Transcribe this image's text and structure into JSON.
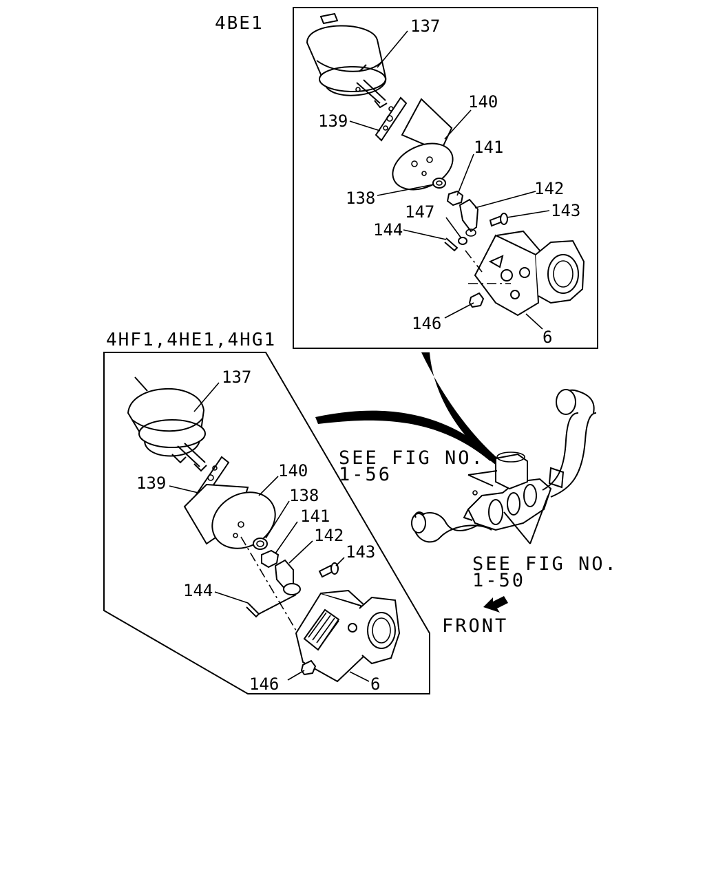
{
  "panels": {
    "top": {
      "model": "4BE1",
      "labels": {
        "p137": "137",
        "p139": "139",
        "p140": "140",
        "p141": "141",
        "p138": "138",
        "p142": "142",
        "p143": "143",
        "p147": "147",
        "p144": "144",
        "p146": "146",
        "p6": "6"
      }
    },
    "bottom": {
      "model": "4HF1,4HE1,4HG1",
      "labels": {
        "p137": "137",
        "p139": "139",
        "p140": "140",
        "p138": "138",
        "p141": "141",
        "p142": "142",
        "p143": "143",
        "p144": "144",
        "p146": "146",
        "p6": "6"
      }
    }
  },
  "references": {
    "fig_1_56": {
      "line1": "SEE FIG NO.",
      "line2": "1-56"
    },
    "fig_1_50": {
      "line1": "SEE FIG NO.",
      "line2": "1-50"
    }
  },
  "direction": {
    "label": "FRONT",
    "icon": "front-arrow-icon"
  }
}
